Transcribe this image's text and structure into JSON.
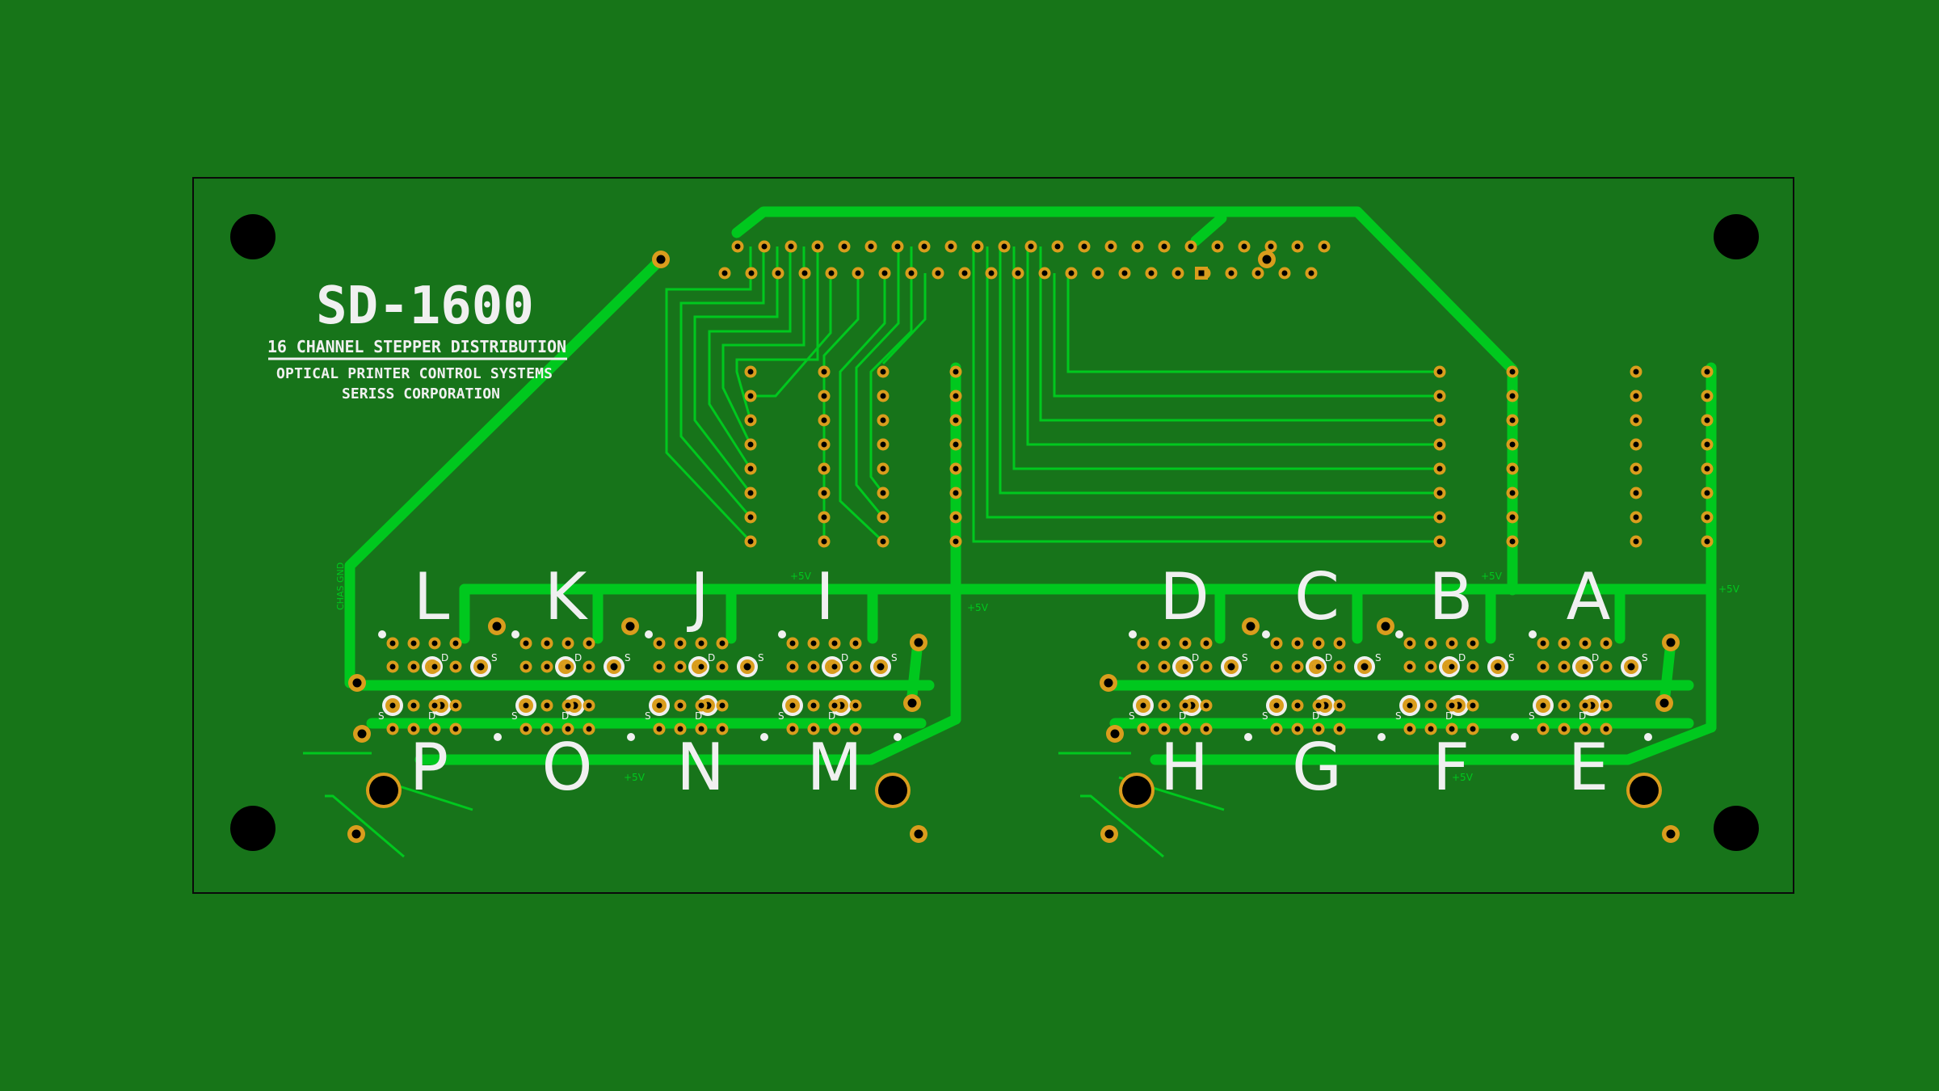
{
  "board": {
    "model": "SD-1600",
    "subtitle": "16 CHANNEL STEPPER DISTRIBUTION",
    "line2": "OPTICAL PRINTER CONTROL SYSTEMS",
    "line3": "SERISS CORPORATION",
    "chassis_label": "CHAS GND"
  },
  "channels_top": [
    "L",
    "K",
    "J",
    "I",
    "D",
    "C",
    "B",
    "A"
  ],
  "channels_bottom": [
    "P",
    "O",
    "N",
    "M",
    "H",
    "G",
    "F",
    "E"
  ],
  "pin_labels": {
    "source": "S",
    "drain": "D"
  },
  "power_label": "+5V",
  "colors": {
    "background": "#177518",
    "board": "#17741a",
    "trace": "#00c81e",
    "pad": "#d99d1d",
    "hole": "#000000",
    "silkscreen": "#f0f0f0"
  }
}
